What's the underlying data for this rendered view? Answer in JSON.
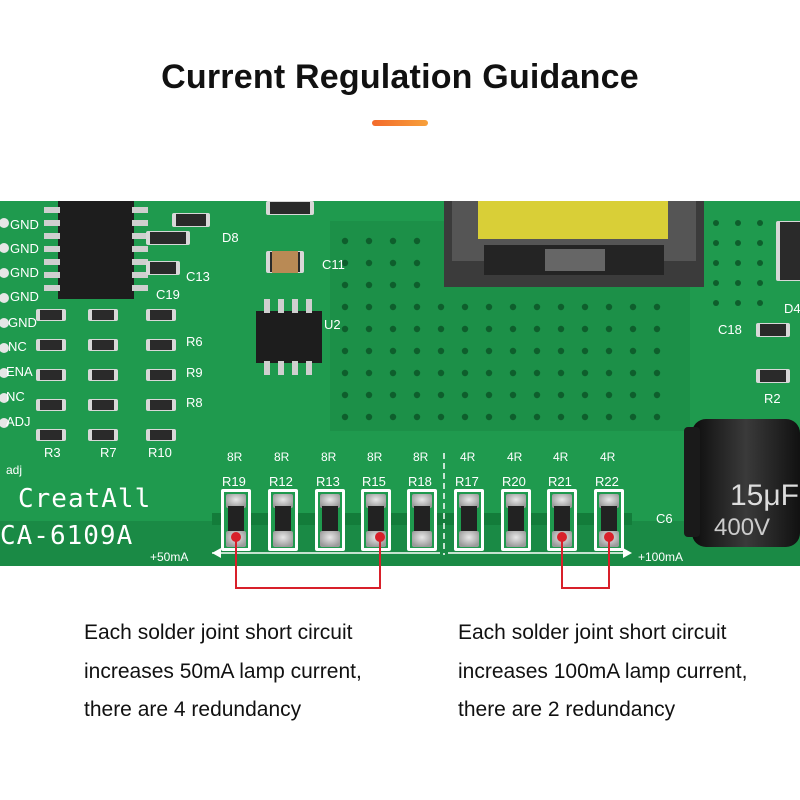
{
  "title": "Current Regulation Guidance",
  "colors": {
    "accent_start": "#f36a2b",
    "accent_end": "#f7a03b",
    "pcb_green": "#1f9a4e",
    "marker_red": "#d8202a"
  },
  "board": {
    "brand": "CreatAll",
    "model": "CA-6109A",
    "adj_label": "adj",
    "pins": [
      "GND",
      "GND",
      "GND",
      "GND",
      "GND",
      "NC",
      "ENA",
      "NC",
      "ADJ"
    ],
    "component_labels": [
      "D8",
      "C13",
      "C19",
      "R6",
      "R9",
      "R8",
      "R3",
      "R7",
      "R10",
      "C11",
      "U2",
      "C18",
      "D4",
      "R2",
      "C6"
    ],
    "cap_text": [
      "15μF",
      "400V"
    ],
    "resistors": [
      {
        "designator": "R19",
        "value": "8R"
      },
      {
        "designator": "R12",
        "value": "8R"
      },
      {
        "designator": "R13",
        "value": "8R"
      },
      {
        "designator": "R15",
        "value": "8R"
      },
      {
        "designator": "R18",
        "value": "8R"
      },
      {
        "designator": "R17",
        "value": "4R"
      },
      {
        "designator": "R20",
        "value": "4R"
      },
      {
        "designator": "R21",
        "value": "4R"
      },
      {
        "designator": "R22",
        "value": "4R"
      }
    ],
    "left_arrow_label": "+50mA",
    "right_arrow_label": "+100mA"
  },
  "descriptions": {
    "left": [
      "Each solder joint short circuit",
      "increases 50mA lamp current,",
      "there are 4 redundancy"
    ],
    "right": [
      "Each solder joint short circuit",
      "increases 100mA lamp current,",
      "there are 2 redundancy"
    ]
  }
}
